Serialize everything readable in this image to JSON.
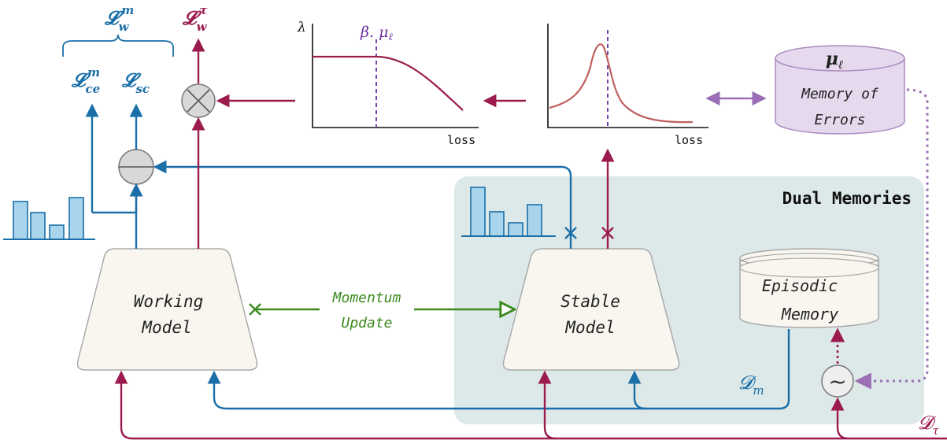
{
  "colors": {
    "blue": "#1a6fa8",
    "crimson": "#9b1b4e",
    "green": "#3a8a1e",
    "purple": "#9a6fb5",
    "curve": "#c06060",
    "model_fill": "#f8f6ef",
    "panel_fill": "#dde8e8",
    "hist_fill": "#a9d5ec"
  },
  "labels": {
    "loss_ce": "𝓛",
    "loss_ce_sup": "m",
    "loss_ce_sub": "ce",
    "loss_sc": "𝓛",
    "loss_sc_sub": "sc",
    "loss_wm": "𝓛",
    "loss_wm_sup": "m",
    "loss_wm_sub": "w",
    "loss_wtau": "𝓛",
    "loss_wtau_sup": "τ",
    "loss_wtau_sub": "w",
    "lambda": "λ",
    "beta_mu": "β. μ",
    "beta_mu_sub": "ℓ",
    "loss_axis_1": "loss",
    "loss_axis_2": "loss",
    "mu_l": "μ",
    "mu_l_sub": "ℓ",
    "memory_of_errors_1": "Memory of",
    "memory_of_errors_2": "Errors",
    "dual_memories": "Dual Memories",
    "working_model_1": "Working",
    "working_model_2": "Model",
    "stable_model_1": "Stable",
    "stable_model_2": "Model",
    "momentum_1": "Momentum",
    "momentum_2": "Update",
    "episodic_1": "Episodic",
    "episodic_2": "Memory",
    "d_m": "𝓓",
    "d_m_sub": "m",
    "d_tau": "𝓓",
    "d_tau_sub": "τ",
    "sampler": "~"
  },
  "icons": {
    "multiply": "circle-times-icon",
    "subtract": "circle-minus-icon",
    "sampler": "circle-tilde-icon",
    "stop_gradient": "cross-mark-icon"
  }
}
